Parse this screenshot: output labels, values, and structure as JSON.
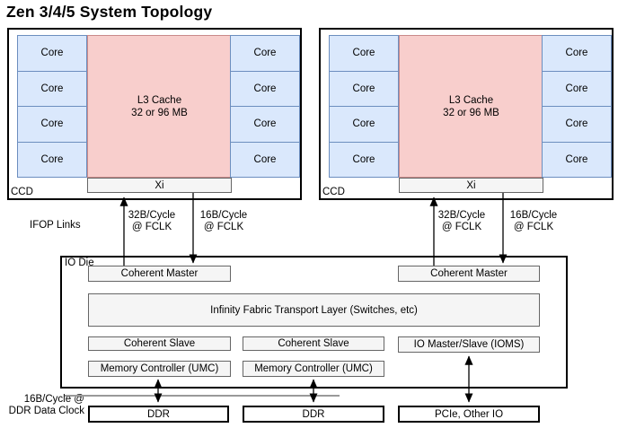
{
  "title": "Zen 3/4/5 System Topology",
  "ccds": [
    {
      "label": "CCD",
      "cores": [
        "Core",
        "Core",
        "Core",
        "Core",
        "Core",
        "Core",
        "Core",
        "Core"
      ],
      "l3": {
        "line1": "L3 Cache",
        "line2": "32 or 96 MB"
      },
      "xi": "Xi"
    },
    {
      "label": "CCD",
      "cores": [
        "Core",
        "Core",
        "Core",
        "Core",
        "Core",
        "Core",
        "Core",
        "Core"
      ],
      "l3": {
        "line1": "L3 Cache",
        "line2": "32 or 96 MB"
      },
      "xi": "Xi"
    }
  ],
  "ifop": {
    "label": "IFOP Links",
    "links": [
      {
        "bandwidth": "32B/Cycle",
        "clock": "@ FCLK",
        "direction": "to-ccd"
      },
      {
        "bandwidth": "16B/Cycle",
        "clock": "@ FCLK",
        "direction": "to-io-die"
      },
      {
        "bandwidth": "32B/Cycle",
        "clock": "@ FCLK",
        "direction": "to-ccd"
      },
      {
        "bandwidth": "16B/Cycle",
        "clock": "@ FCLK",
        "direction": "to-io-die"
      }
    ]
  },
  "io_die": {
    "label": "IO Die",
    "coherent_masters": [
      "Coherent Master",
      "Coherent Master"
    ],
    "fabric": "Infinity Fabric Transport Layer (Switches, etc)",
    "coherent_slaves": [
      "Coherent Slave",
      "Coherent Slave"
    ],
    "io_master_slave": "IO Master/Slave (IOMS)",
    "memory_controllers": [
      "Memory Controller (UMC)",
      "Memory Controller (UMC)"
    ]
  },
  "external": {
    "memory": [
      "DDR",
      "DDR"
    ],
    "io": "PCIe, Other IO",
    "ddr_clock_note": {
      "line1": "16B/Cycle @",
      "line2": "DDR Data Clock"
    }
  },
  "colors": {
    "core_fill": "#dae8fc",
    "core_border": "#6c8ebf",
    "l3_fill": "#f8cecc",
    "l3_border": "#c98a8a",
    "module_fill": "#f5f5f5",
    "module_border": "#666666",
    "outline": "#000000",
    "clock_line": "#999999"
  }
}
